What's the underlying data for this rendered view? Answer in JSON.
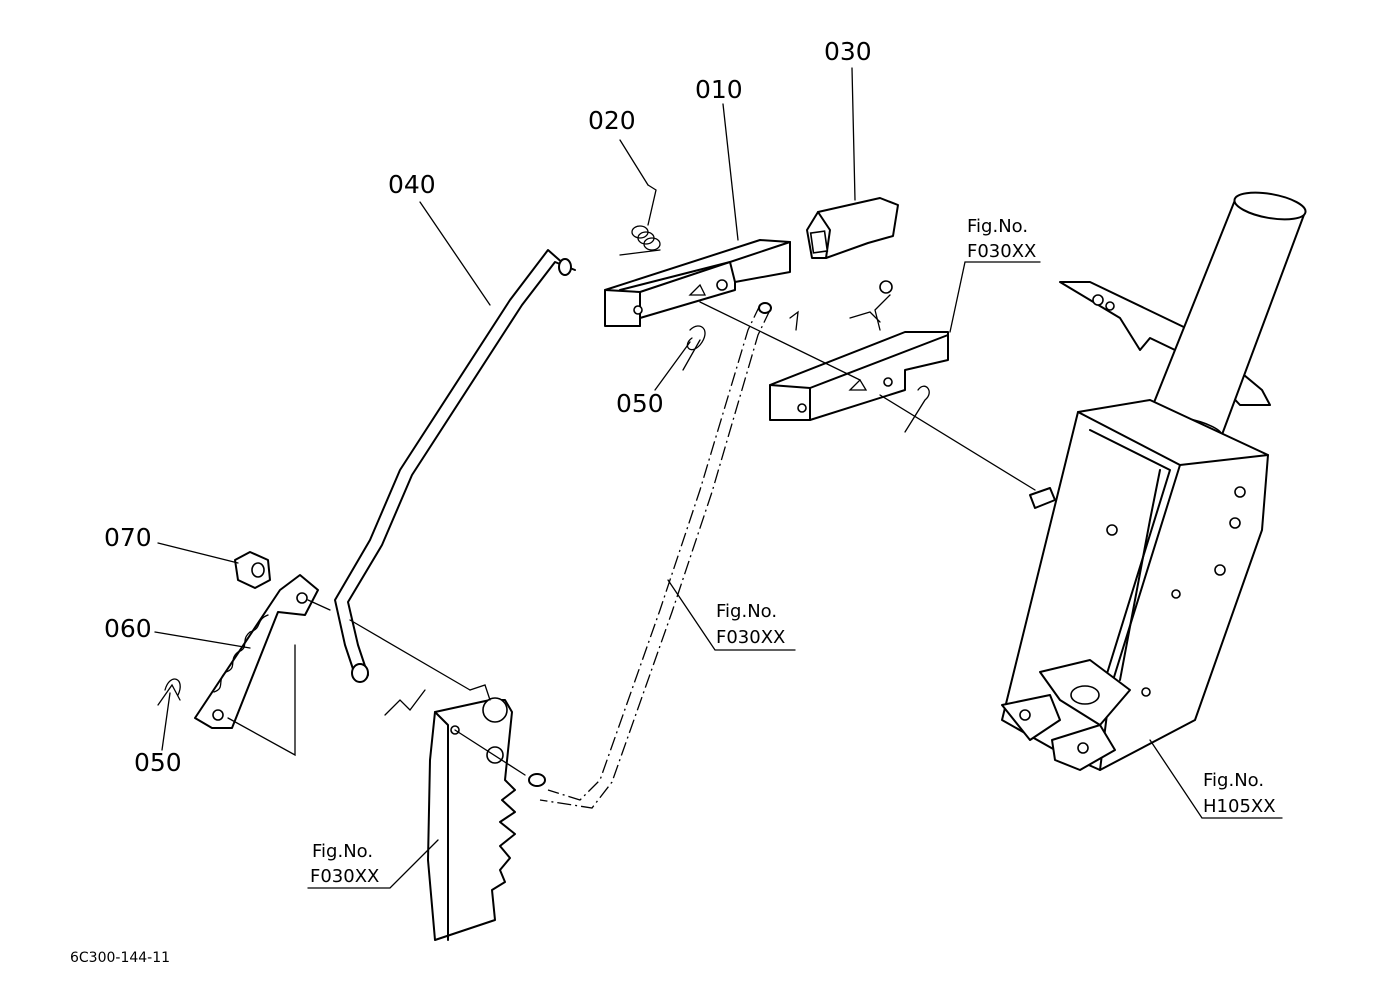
{
  "diagram": {
    "part_labels": {
      "p010": "010",
      "p020": "020",
      "p030": "030",
      "p040": "040",
      "p050_top": "050",
      "p050_bottom": "050",
      "p060": "060",
      "p070": "070"
    },
    "figure_refs": {
      "top_right": {
        "line1": "Fig.No.",
        "line2": "F030XX"
      },
      "middle": {
        "line1": "Fig.No.",
        "line2": "F030XX"
      },
      "bottom_left": {
        "line1": "Fig.No.",
        "line2": "F030XX"
      },
      "column": {
        "line1": "Fig.No.",
        "line2": "H105XX"
      }
    },
    "drawing_number": "6C300-144-11"
  }
}
